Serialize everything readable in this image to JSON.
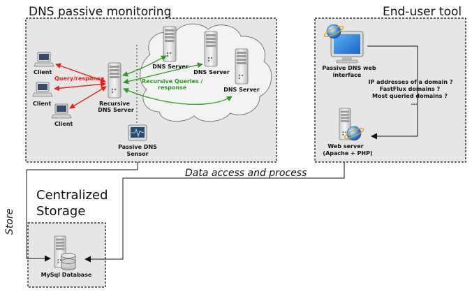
{
  "sections": {
    "dns_monitoring": "DNS passive monitoring",
    "end_user_tool": "End-user tool",
    "storage_line1": "Centralized",
    "storage_line2": "Storage"
  },
  "nodes": {
    "client": "Client",
    "recursive_dns_line1": "Recursive",
    "recursive_dns_line2": "DNS Server",
    "dns_server": "DNS Server",
    "sensor_line1": "Passive DNS",
    "sensor_line2": "Sensor",
    "web_interface_line1": "Passive DNS web",
    "web_interface_line2": "interface",
    "web_server_line1": "Web server",
    "web_server_line2": "(Apache + PHP)",
    "mysql": "MySql Database"
  },
  "edges": {
    "query_response": "Query/response",
    "recursive_line1": "Recursive Queries /",
    "recursive_line2": "response",
    "data_access": "Data access and process",
    "store": "Store"
  },
  "queries": {
    "q1": "IP addresses of a domain ?",
    "q2": "FastFlux domains ?",
    "q3": "Most queried domains ?",
    "q4": "..."
  },
  "colors": {
    "panel_fill": "#e6e6e6",
    "red_arrow": "#e8201a",
    "green_arrow": "#2a9a24",
    "cloud_fill": "#f3f3f3"
  },
  "icons": [
    "monitor-icon",
    "server-icon",
    "globe-icon",
    "database-icon",
    "sensor-icon"
  ]
}
